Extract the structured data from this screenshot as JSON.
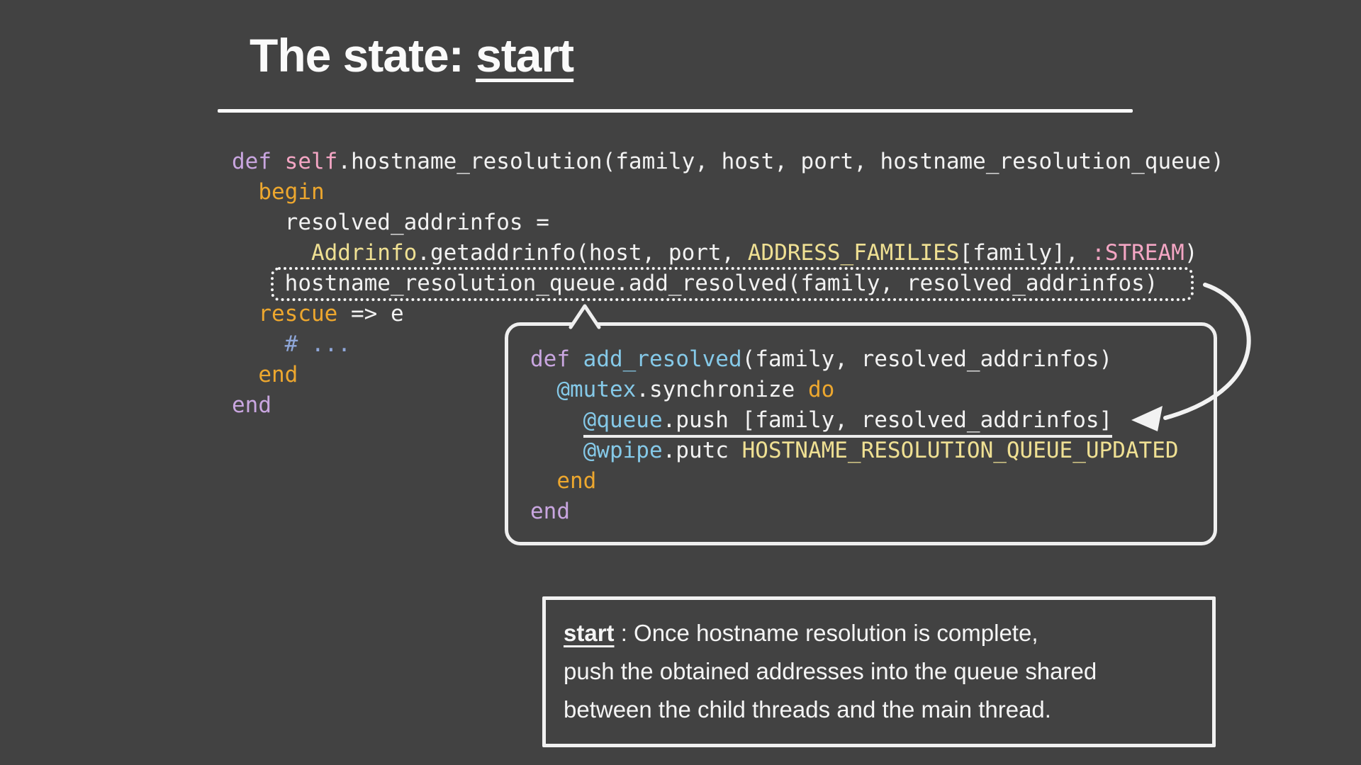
{
  "title": {
    "prefix": "The state: ",
    "highlight": "start"
  },
  "colors": {
    "background": "#424242",
    "chalk_white": "#efefef",
    "code_plain": "#f2f2f2",
    "keyword_purple": "#c9a6e0",
    "keyword_orange": "#eda72e",
    "symbol_pink": "#f4a6c4",
    "constant_yellow": "#efe093",
    "ivar_cyan": "#85c9e8",
    "comment_blue": "#8fa7d9"
  },
  "code_main": {
    "lines": [
      [
        {
          "t": "def",
          "c": "purple"
        },
        {
          "t": " "
        },
        {
          "t": "self",
          "c": "pink"
        },
        {
          "t": ".hostname_resolution(family, host, port, hostname_resolution_queue)"
        }
      ],
      [
        {
          "t": "  "
        },
        {
          "t": "begin",
          "c": "orange"
        }
      ],
      [
        {
          "t": "    resolved_addrinfos ="
        }
      ],
      [
        {
          "t": "      "
        },
        {
          "t": "Addrinfo",
          "c": "yellow"
        },
        {
          "t": ".getaddrinfo(host, port, "
        },
        {
          "t": "ADDRESS_FAMILIES",
          "c": "yellow"
        },
        {
          "t": "[family], "
        },
        {
          "t": ":STREAM",
          "c": "pink"
        },
        {
          "t": ")"
        }
      ],
      [
        {
          "t": "    hostname_resolution_queue.add_resolved(family, resolved_addrinfos)"
        }
      ],
      [
        {
          "t": "  "
        },
        {
          "t": "rescue",
          "c": "orange"
        },
        {
          "t": " => e"
        }
      ],
      [
        {
          "t": "    "
        },
        {
          "t": "# ...",
          "c": "comment"
        }
      ],
      [
        {
          "t": "  "
        },
        {
          "t": "end",
          "c": "orange"
        }
      ],
      [
        {
          "t": "end",
          "c": "purple"
        }
      ]
    ]
  },
  "callout_code": {
    "lines": [
      [
        {
          "t": "def",
          "c": "purple"
        },
        {
          "t": " "
        },
        {
          "t": "add_resolved",
          "c": "cyan"
        },
        {
          "t": "(family, resolved_addrinfos)"
        }
      ],
      [
        {
          "t": "  "
        },
        {
          "t": "@mutex",
          "c": "cyan"
        },
        {
          "t": ".synchronize "
        },
        {
          "t": "do",
          "c": "orange"
        }
      ],
      [
        {
          "t": "    "
        },
        {
          "t": "@queue",
          "c": "cyan",
          "u": true
        },
        {
          "t": ".push [family, resolved_addrinfos]",
          "u": true
        }
      ],
      [
        {
          "t": "    "
        },
        {
          "t": "@wpipe",
          "c": "cyan"
        },
        {
          "t": ".putc "
        },
        {
          "t": "HOSTNAME_RESOLUTION_QUEUE_UPDATED",
          "c": "yellow"
        }
      ],
      [
        {
          "t": "  "
        },
        {
          "t": "end",
          "c": "orange"
        }
      ],
      [
        {
          "t": "end",
          "c": "purple"
        }
      ]
    ]
  },
  "note_box": {
    "term": "start",
    "line1_rest": " : Once hostname resolution is complete,",
    "line2": "push the obtained addresses into the queue shared",
    "line3": "between the child threads and the main thread."
  }
}
